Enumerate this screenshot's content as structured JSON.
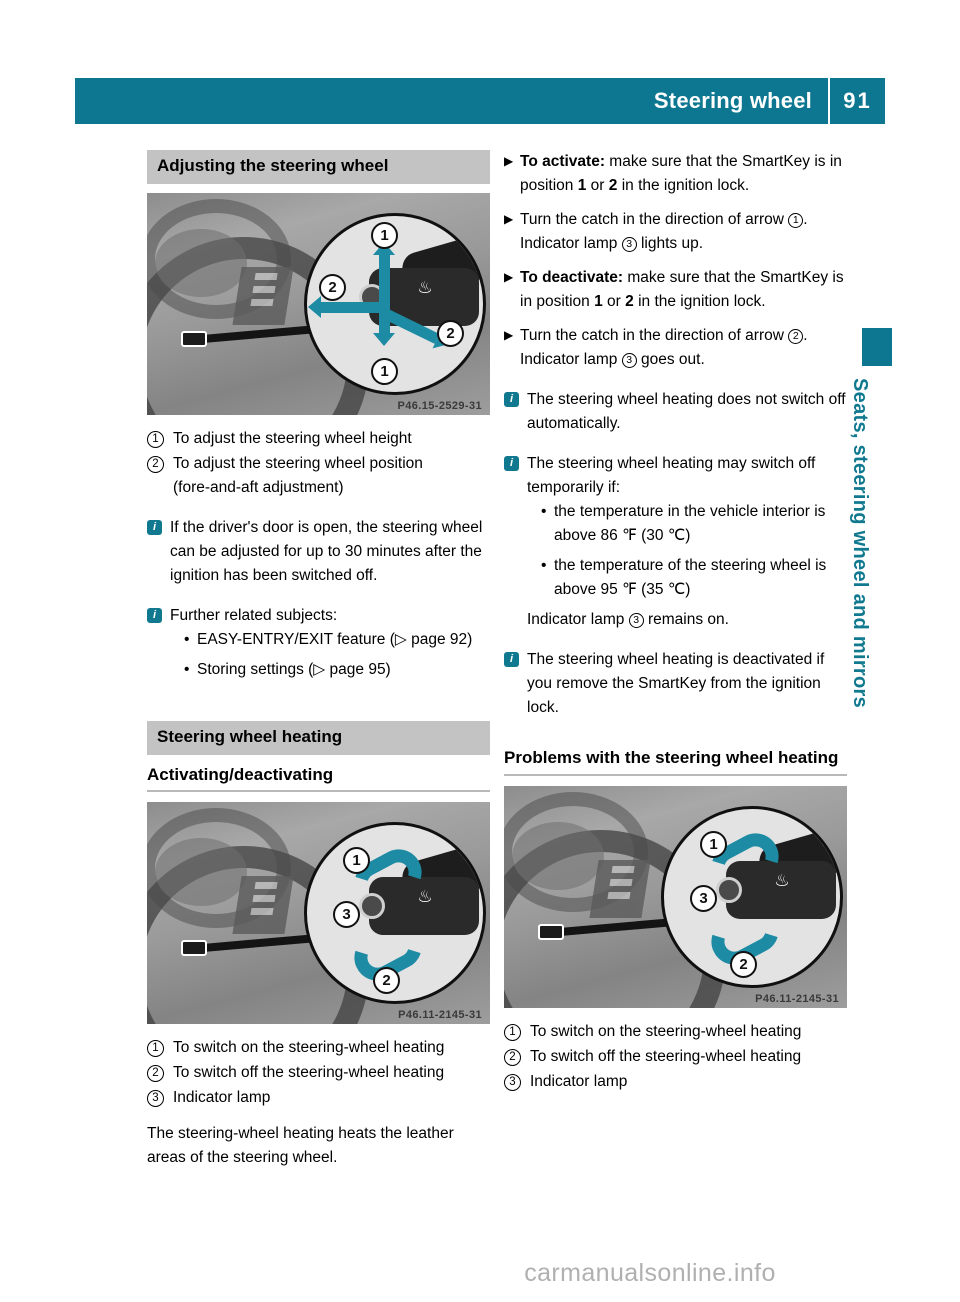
{
  "header": {
    "title": "Steering wheel",
    "page_number": "91",
    "accent_color": "#0d7791"
  },
  "sidebar": {
    "chapter_label": "Seats, steering wheel and mirrors",
    "marker_color": "#0d7791"
  },
  "footer": {
    "watermark": "carmanualsonline.info"
  },
  "left_column": {
    "section_title": "Adjusting the steering wheel",
    "figure1": {
      "code": "P46.15-2529-31",
      "callouts": [
        "1",
        "2",
        "2",
        "1"
      ],
      "alt": "steering-column-adjustment-lever"
    },
    "legend1": [
      {
        "num": "1",
        "text": "To adjust the steering wheel height"
      },
      {
        "num": "2",
        "text": "To adjust the steering wheel position",
        "cont": "(fore-and-aft adjustment)"
      }
    ],
    "note1": "If the driver's door is open, the steering wheel can be adjusted for up to 30 minutes after the ignition has been switched off.",
    "note2_heading": "Further related subjects:",
    "note2_bullets": [
      {
        "text": "EASY-ENTRY/EXIT feature",
        "cont": "(▷ page 92)"
      },
      {
        "text": "Storing settings (▷ page 95)"
      }
    ],
    "section_title2": "Steering wheel heating",
    "subhead": "Activating/deactivating",
    "figure2": {
      "code": "P46.11-2145-31",
      "callouts": [
        "1",
        "3",
        "2"
      ],
      "alt": "steering-wheel-heating-switch"
    },
    "legend2": [
      {
        "num": "1",
        "text": "To switch on the steering-wheel heating"
      },
      {
        "num": "2",
        "text": "To switch off the steering-wheel heating"
      },
      {
        "num": "3",
        "text": "Indicator lamp"
      }
    ],
    "paragraph": "The steering-wheel heating heats the leather areas of the steering wheel."
  },
  "right_column": {
    "steps": [
      {
        "bold": "To activate:",
        "rest": " make sure that the SmartKey is in position ",
        "b1": "1",
        "mid": " or ",
        "b2": "2",
        "tail": " in the ignition lock."
      },
      {
        "bold": "",
        "rest": "Turn the catch in the direction of arrow ",
        "circ": "1",
        "tail": ".",
        "extra_pre": "Indicator lamp ",
        "extra_circ": "3",
        "extra_post": " lights up."
      },
      {
        "bold": "To deactivate:",
        "rest": " make sure that the SmartKey is in position ",
        "b1": "1",
        "mid": " or ",
        "b2": "2",
        "tail": " in the ignition lock."
      },
      {
        "bold": "",
        "rest": "Turn the catch in the direction of arrow ",
        "circ": "2",
        "tail": ".",
        "extra_pre": "Indicator lamp ",
        "extra_circ": "3",
        "extra_post": " goes out."
      }
    ],
    "note1": "The steering wheel heating does not switch off automatically.",
    "note2_heading": "The steering wheel heating may switch off temporarily if:",
    "note2_bullets": [
      {
        "text": "the temperature in the vehicle interior is",
        "cont": "above 86 ℉ (30 ℃)"
      },
      {
        "text": "the temperature of the steering wheel is",
        "cont": "above 95 ℉ (35 ℃)"
      }
    ],
    "note2_tail_pre": "Indicator lamp ",
    "note2_tail_circ": "3",
    "note2_tail_post": " remains on.",
    "note3": "The steering wheel heating is deactivated if you remove the SmartKey from the ignition lock.",
    "subhead": "Problems with the steering wheel heating",
    "figure3": {
      "code": "P46.11-2145-31",
      "callouts": [
        "1",
        "3",
        "2"
      ],
      "alt": "steering-wheel-heating-switch"
    },
    "legend3": [
      {
        "num": "1",
        "text": "To switch on the steering-wheel heating"
      },
      {
        "num": "2",
        "text": "To switch off the steering-wheel heating"
      },
      {
        "num": "3",
        "text": "Indicator lamp"
      }
    ]
  },
  "glyphs": {
    "step_arrow": "▶",
    "info": "i",
    "bullet": "•",
    "page_ref_arrow": "▷"
  }
}
